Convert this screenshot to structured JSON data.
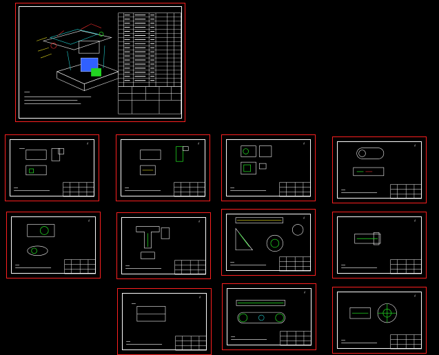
{
  "viewer": {
    "background": "#000000",
    "sheet_border_color": "#ff2020",
    "line_color": "#ffffff",
    "accent_colors": [
      "#22d322",
      "#22d3d3",
      "#e8e020",
      "#ff3030",
      "#3060ff"
    ]
  },
  "sheets": [
    {
      "name": "assembly-drawing"
    },
    {
      "name": "part-drawing-1"
    },
    {
      "name": "part-drawing-2"
    },
    {
      "name": "part-drawing-3"
    },
    {
      "name": "part-drawing-4"
    },
    {
      "name": "part-drawing-5"
    },
    {
      "name": "part-drawing-6"
    },
    {
      "name": "part-drawing-7"
    },
    {
      "name": "part-drawing-8"
    },
    {
      "name": "part-drawing-9"
    },
    {
      "name": "part-drawing-10"
    },
    {
      "name": "part-drawing-11"
    }
  ]
}
